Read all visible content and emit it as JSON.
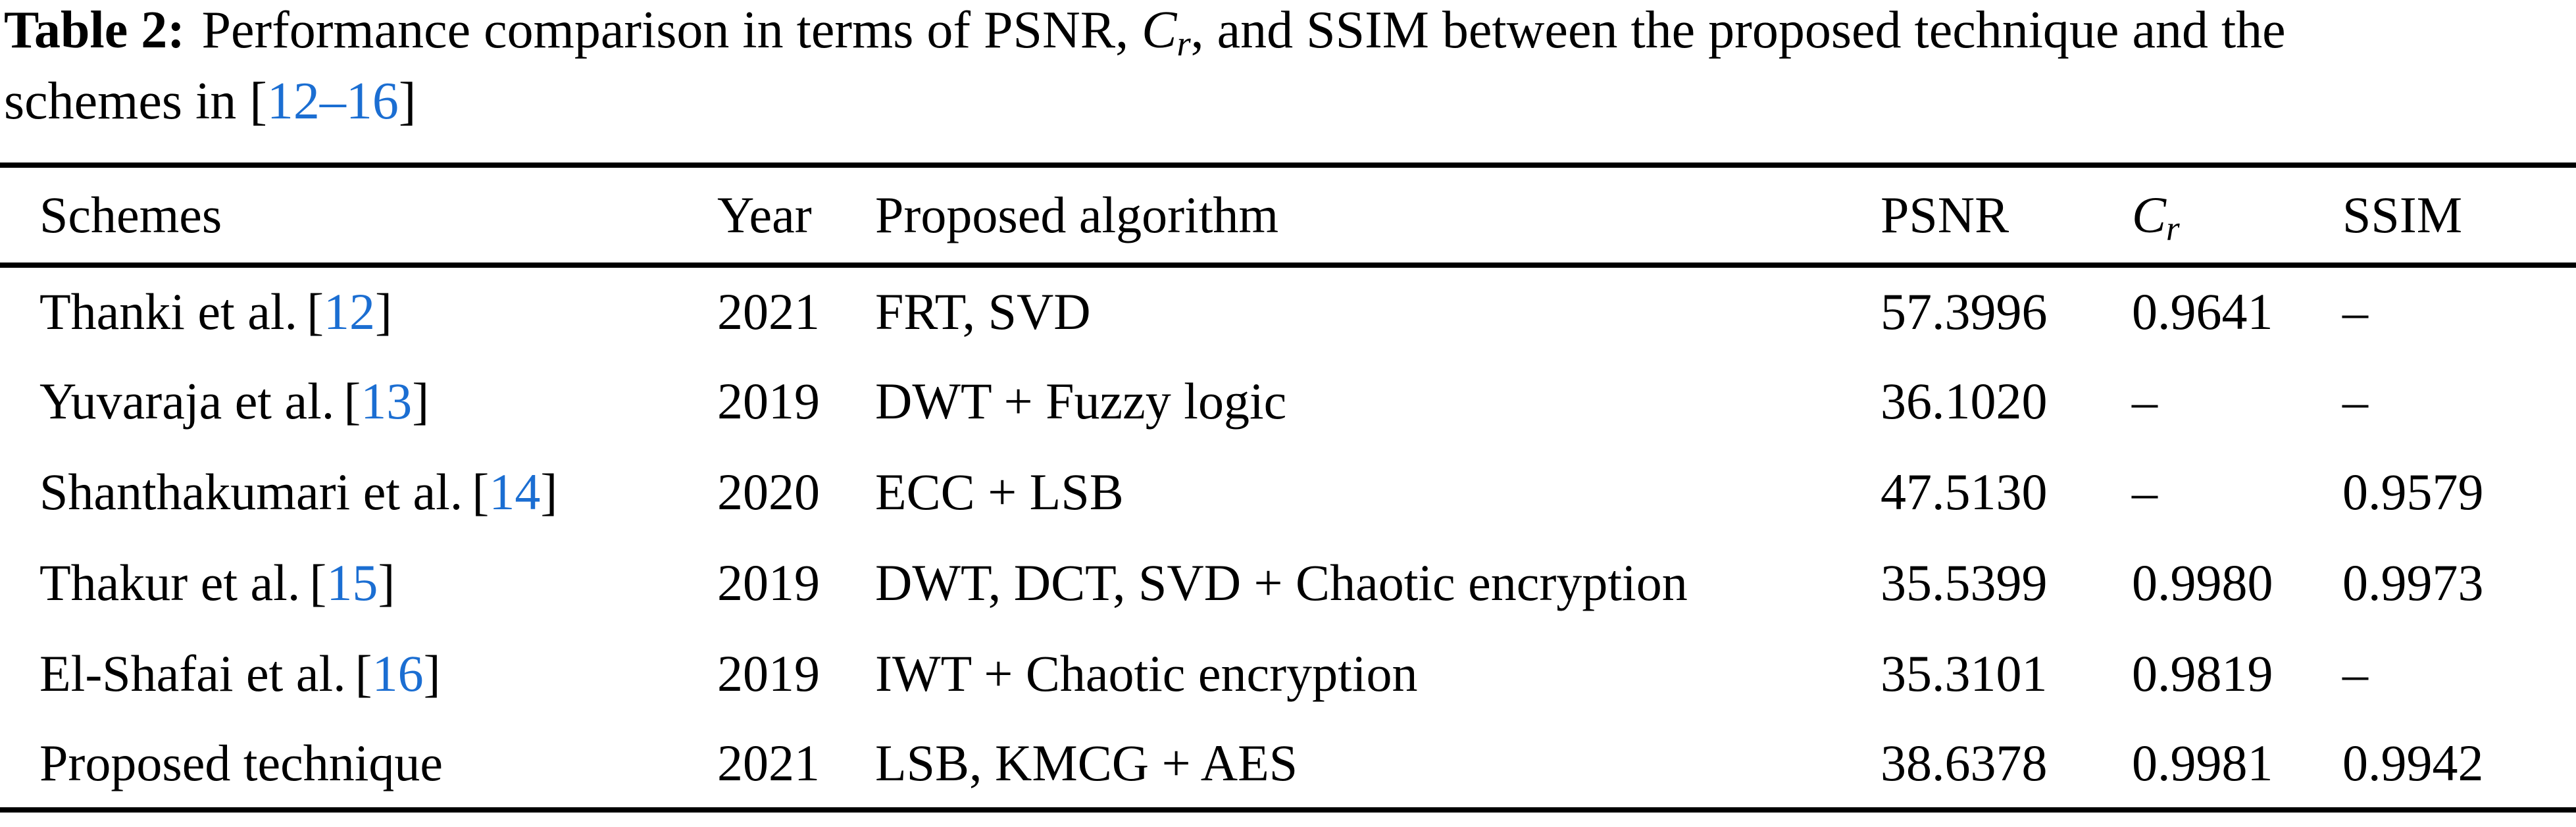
{
  "colors": {
    "link_blue": "#1b6ed2",
    "text": "#000000",
    "background": "#ffffff"
  },
  "title": {
    "label": "Table 2:",
    "part1": "Performance comparison in terms of PSNR, ",
    "cr_main": "C",
    "cr_sub": "r",
    "part2": ", and SSIM between the proposed technique and the",
    "line2": "schemes in ",
    "bracket_open": "[",
    "cite_range": "12–16",
    "bracket_close": "]"
  },
  "table": {
    "bracket_open": "[",
    "bracket_close": "]",
    "headers": {
      "schemes": "Schemes",
      "year": "Year",
      "algorithm": "Proposed algorithm",
      "psnr": "PSNR",
      "cr_main": "C",
      "cr_sub": "r",
      "ssim": "SSIM"
    },
    "rows": [
      {
        "scheme_name": "Thanki et al.",
        "cite": "12",
        "year": "2021",
        "algorithm": "FRT, SVD",
        "psnr": "57.3996",
        "cr": "0.9641",
        "ssim": "–"
      },
      {
        "scheme_name": "Yuvaraja et al.",
        "cite": "13",
        "year": "2019",
        "algorithm": "DWT + Fuzzy logic",
        "psnr": "36.1020",
        "cr": "–",
        "ssim": "–"
      },
      {
        "scheme_name": "Shanthakumari et al.",
        "cite": "14",
        "year": "2020",
        "algorithm": "ECC + LSB",
        "psnr": "47.5130",
        "cr": "–",
        "ssim": "0.9579"
      },
      {
        "scheme_name": "Thakur et al.",
        "cite": "15",
        "year": "2019",
        "algorithm": "DWT, DCT, SVD + Chaotic encryption",
        "psnr": "35.5399",
        "cr": "0.9980",
        "ssim": "0.9973"
      },
      {
        "scheme_name": "El-Shafai et al.",
        "cite": "16",
        "year": "2019",
        "algorithm": "IWT + Chaotic encryption",
        "psnr": "35.3101",
        "cr": "0.9819",
        "ssim": "–"
      },
      {
        "scheme_name": "Proposed technique",
        "cite": "",
        "year": "2021",
        "algorithm": "LSB, KMCG + AES",
        "psnr": "38.6378",
        "cr": "0.9981",
        "ssim": "0.9942"
      }
    ]
  }
}
